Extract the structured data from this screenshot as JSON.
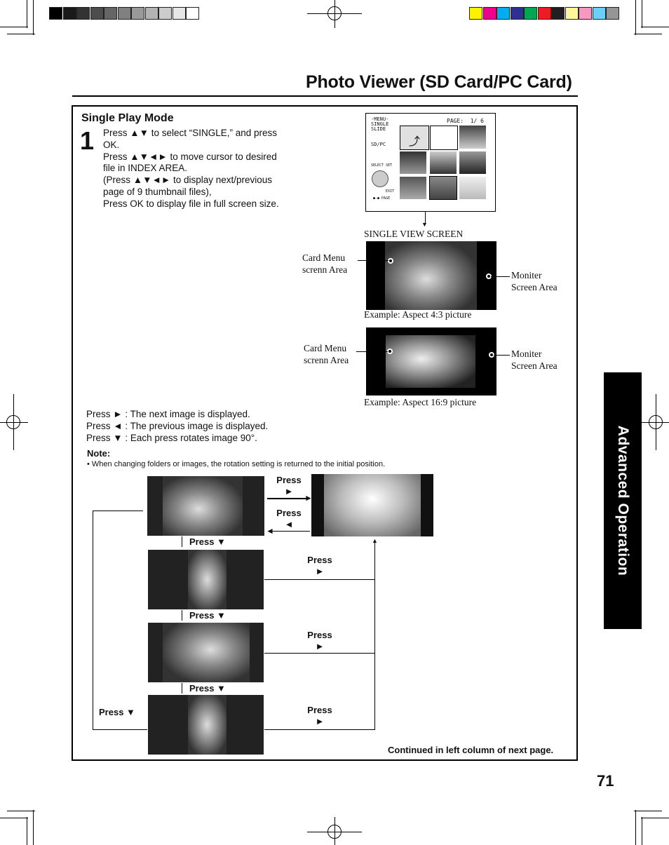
{
  "header": {
    "title": "Photo Viewer (SD Card/PC Card)"
  },
  "colors": {
    "gray_bar": [
      "#000000",
      "#1a1a1a",
      "#333333",
      "#4d4d4d",
      "#666666",
      "#808080",
      "#999999",
      "#b3b3b3",
      "#cccccc",
      "#e6e6e6",
      "#ffffff"
    ],
    "color_bar": [
      "#fff200",
      "#ec008c",
      "#00aeef",
      "#2e3192",
      "#00a651",
      "#ed1c24",
      "#231f20",
      "#fff799",
      "#f49ac1",
      "#6dcff6",
      "#959595"
    ]
  },
  "section": {
    "heading": "Single Play Mode",
    "step_number": "1",
    "step_lines": [
      "Press ▲▼ to select “SINGLE,” and press",
      "OK.",
      "Press ▲▼◄► to move cursor to desired",
      "file in INDEX AREA.",
      "(Press ▲▼◄► to display next/previous",
      "page of 9 thumbnail files),",
      "Press OK to display file in full screen size."
    ]
  },
  "index_screen": {
    "menu_label": "-MENU-",
    "single": "SINGLE",
    "slide": "SLIDE",
    "sdpc": "SD/PC",
    "page_label": "PAGE:  1/ 6",
    "select_label": "SELECT",
    "set_label": "SET",
    "exit_label": "EXIT",
    "page_small": "PAGE"
  },
  "single_view": {
    "caption": "SINGLE VIEW SCREEN",
    "card_menu_1": [
      "Card Menu",
      "screnn Area"
    ],
    "moniter_1": [
      "Moniter",
      "Screen Area"
    ],
    "example_1": "Example: Aspect 4:3 picture",
    "card_menu_2": [
      "Card Menu",
      "screnn Area"
    ],
    "moniter_2": [
      "Moniter",
      "Screen Area"
    ],
    "example_2": "Example: Aspect 16:9 picture"
  },
  "press_lines": [
    "Press ► : The next image is displayed.",
    "Press ◄ : The previous image is displayed.",
    "Press ▼ : Each press rotates image 90°."
  ],
  "note": {
    "label": "Note:",
    "text": "• When changing folders or images, the rotation setting is returned to the initial position."
  },
  "flow": {
    "press": "Press",
    "right": "►",
    "left": "◄",
    "down_label": "Press ▼",
    "left_loop_label": "Press ▼"
  },
  "footer": {
    "continued": "Continued in left column of next page.",
    "page_number": "71",
    "side_tab": "Advanced Operation"
  }
}
